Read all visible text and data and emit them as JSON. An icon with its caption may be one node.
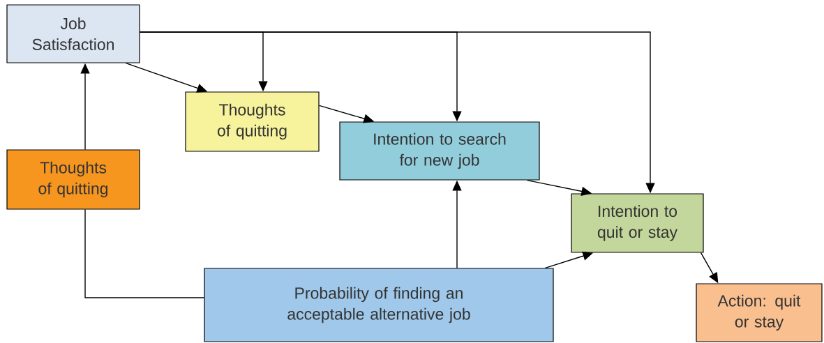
{
  "diagram": {
    "nodes": [
      {
        "text": [
          "Job Satisfaction"
        ]
      },
      {
        "text": [
          "Thoughts of quitting"
        ]
      },
      {
        "text": [
          "Thoughts of quitting"
        ]
      },
      {
        "text": [
          "Intention to search for new job"
        ]
      },
      {
        "text": [
          "Intention to quit or stay"
        ]
      },
      {
        "text": [
          "Probability of finding an acceptable alternative job"
        ]
      },
      {
        "text": [
          "Action: quit or stay"
        ]
      }
    ],
    "edges": [
      {
        "from": 0,
        "to": 1,
        "arrow": "to"
      },
      {
        "from": 1,
        "to": 3,
        "arrow": "to"
      },
      {
        "from": 3,
        "to": 4,
        "arrow": "to"
      },
      {
        "from": 4,
        "to": 6,
        "arrow": "to"
      },
      {
        "from": 5,
        "to": 3,
        "arrow": "to"
      },
      {
        "from": 5,
        "to": 4,
        "arrow": "to"
      },
      {
        "from": 2,
        "to": 0,
        "arrow": "to"
      },
      {
        "from": 5,
        "to": 2,
        "arrow": "none"
      },
      {
        "from": 0,
        "to": 1,
        "arrow": "to"
      },
      {
        "from": 0,
        "to": 3,
        "arrow": "to"
      },
      {
        "from": 0,
        "to": 4,
        "arrow": "to"
      }
    ]
  }
}
